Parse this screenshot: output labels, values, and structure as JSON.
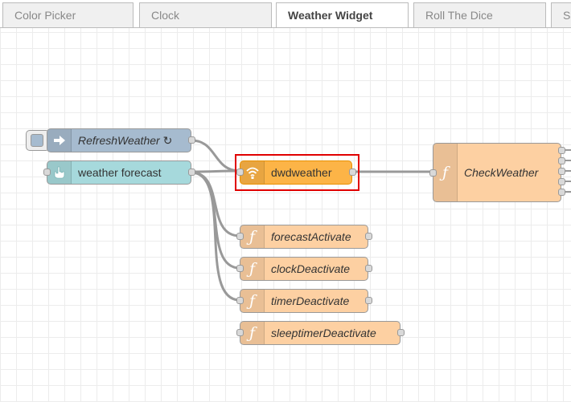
{
  "tabs": [
    {
      "label": "Color Picker",
      "active": false
    },
    {
      "label": "Clock",
      "active": false
    },
    {
      "label": "Weather Widget",
      "active": true
    },
    {
      "label": "Roll The Dice",
      "active": false
    },
    {
      "label": "Sl",
      "active": false
    }
  ],
  "nodes": {
    "refresh": {
      "label": "RefreshWeather ↻",
      "color": "#a6bbcf",
      "icon": "arrow-right-icon"
    },
    "forecast": {
      "label": "weather forecast",
      "color": "#a6d9dc",
      "icon": "hand-pointer-icon"
    },
    "dwd": {
      "label": "dwdweather",
      "color": "#fcb447",
      "icon": "wifi-signal-icon"
    },
    "check": {
      "label": "CheckWeather",
      "color": "#fdd0a2",
      "icon": "function-icon"
    },
    "forecastActivate": {
      "label": "forecastActivate",
      "color": "#fdd0a2",
      "icon": "function-icon"
    },
    "clockDeactivate": {
      "label": "clockDeactivate",
      "color": "#fdd0a2",
      "icon": "function-icon"
    },
    "timerDeactivate": {
      "label": "timerDeactivate",
      "color": "#fdd0a2",
      "icon": "function-icon"
    },
    "sleeptimerDeactivate": {
      "label": "sleeptimerDeactivate",
      "color": "#fdd0a2",
      "icon": "function-icon"
    }
  },
  "colors": {
    "selection": "#e00000",
    "wire": "#999999",
    "grid": "#ececec"
  }
}
